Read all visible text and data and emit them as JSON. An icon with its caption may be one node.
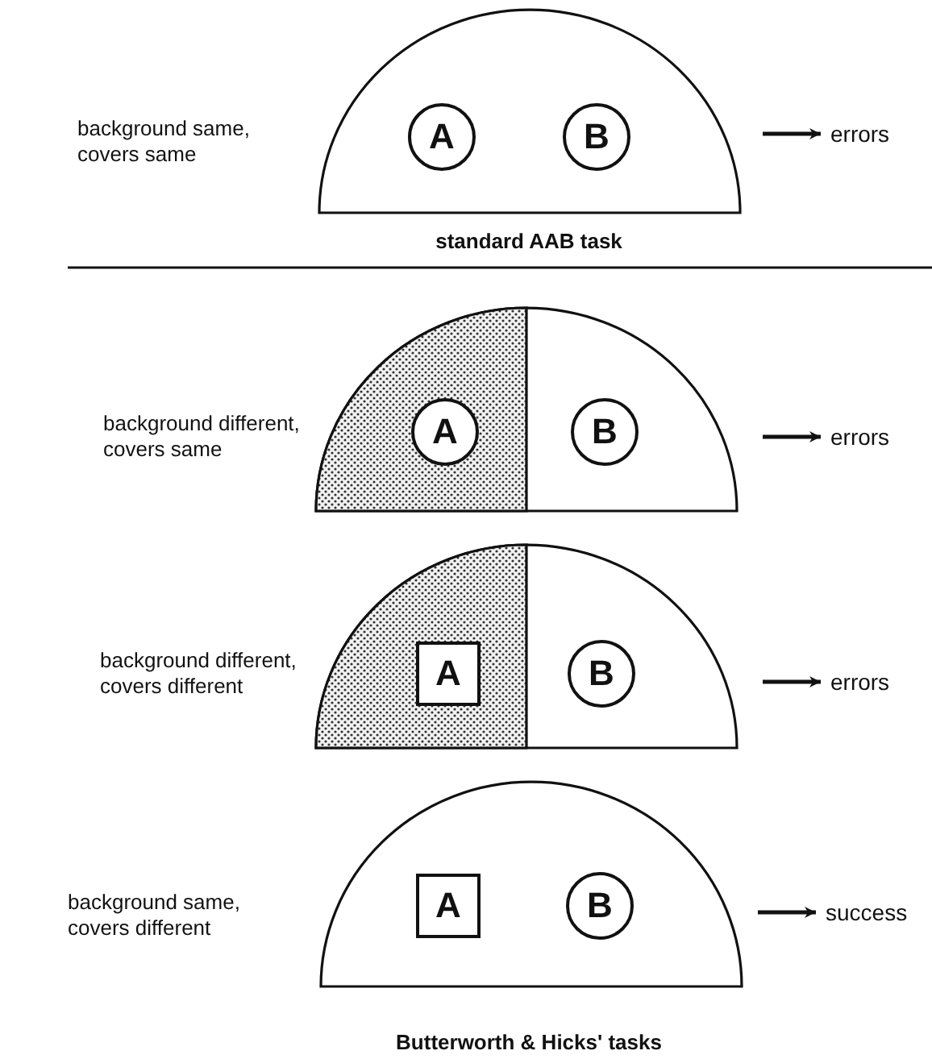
{
  "diagram": {
    "nodes": [
      {
        "text": [],
        "shape": "semicircle",
        "beside": [
          "background same, covers same"
        ]
      },
      {
        "text": [
          "A"
        ],
        "in": 0
      },
      {
        "text": [
          "B"
        ],
        "in": 0
      },
      {
        "text": [
          "errors"
        ]
      },
      {
        "text": [],
        "shape": "semicircle",
        "beside": [
          "background different, covers same"
        ]
      },
      {
        "text": [
          "A"
        ],
        "in": 4
      },
      {
        "text": [
          "B"
        ],
        "in": 4
      },
      {
        "text": [
          "errors"
        ]
      },
      {
        "text": [],
        "shape": "semicircle",
        "beside": [
          "background different, covers different"
        ]
      },
      {
        "text": [
          "A"
        ],
        "in": 8
      },
      {
        "text": [
          "B"
        ],
        "in": 8
      },
      {
        "text": [
          "errors"
        ]
      },
      {
        "text": [],
        "shape": "semicircle",
        "beside": [
          "background same, covers different"
        ]
      },
      {
        "text": [
          "A"
        ],
        "in": 12
      },
      {
        "text": [
          "B"
        ],
        "in": 12
      },
      {
        "text": [
          "success"
        ]
      }
    ],
    "edges": [
      {
        "from": 0,
        "to": 3,
        "arrow": "to"
      },
      {
        "from": 4,
        "to": 7,
        "arrow": "to"
      },
      {
        "from": 8,
        "to": 11,
        "arrow": "to"
      },
      {
        "from": 12,
        "to": 15,
        "arrow": "to"
      }
    ],
    "labels": [
      "standard AAB task",
      "Butterworth & Hicks' tasks"
    ]
  }
}
